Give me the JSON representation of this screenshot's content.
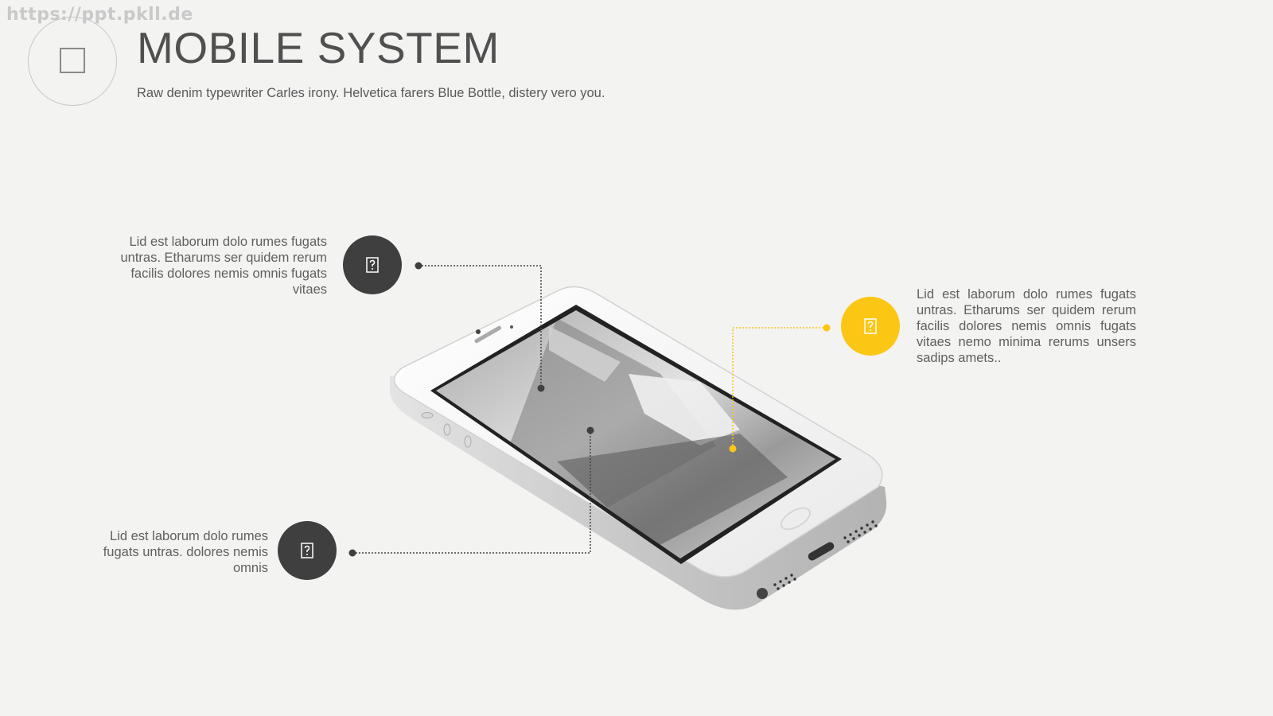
{
  "watermark": "https://ppt.pkll.de",
  "header": {
    "title": "MOBILE SYSTEM",
    "subtitle": "Raw denim typewriter Carles irony. Helvetica farers Blue Bottle, distery vero you."
  },
  "callouts": [
    {
      "text": "Lid est laborum dolo rumes fugats untras. Etharums ser quidem rerum facilis dolores nemis omnis fugats vitaes",
      "color": "#3f3f3f"
    },
    {
      "text": "Lid est laborum dolo rumes fugats untras. dolores nemis omnis",
      "color": "#3f3f3f"
    },
    {
      "text": "Lid est laborum dolo rumes fugats untras. Etharums ser quidem rerum facilis dolores nemis omnis fugats vitaes nemo minima rerums unsers sadips amets..",
      "color": "#fcc614"
    }
  ],
  "icons": {
    "title": "square-outline-icon",
    "badges": [
      "placeholder-glyph-icon",
      "placeholder-glyph-icon",
      "placeholder-glyph-icon"
    ]
  },
  "colors": {
    "accent": "#fcc614",
    "dark": "#3f3f3f",
    "background": "#f3f3f2"
  }
}
